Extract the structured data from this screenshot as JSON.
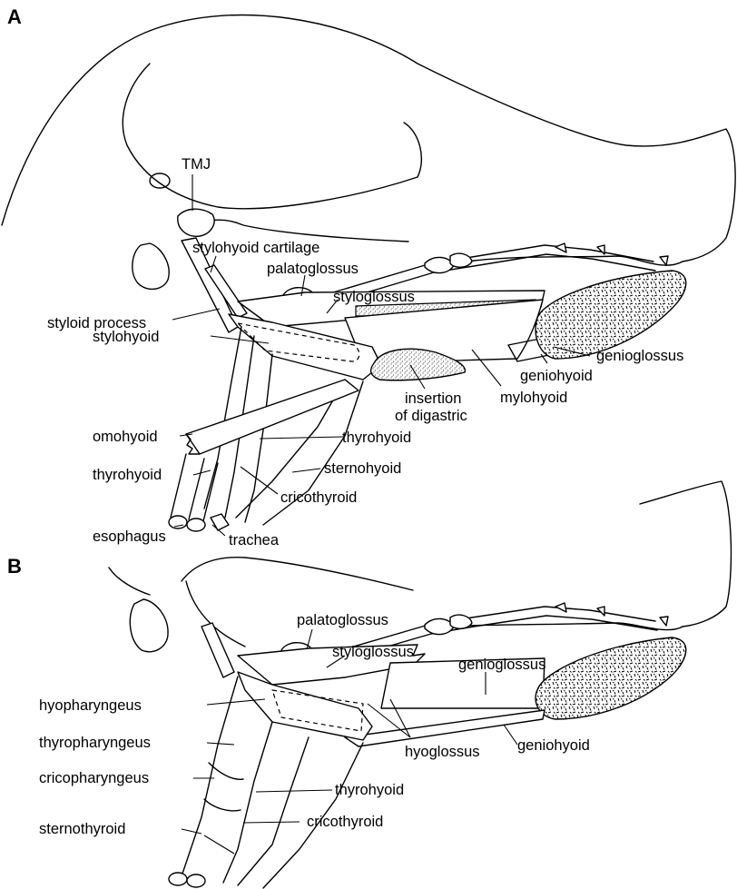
{
  "panel_a": {
    "letter": "A",
    "labels": {
      "tmj": "TMJ",
      "stylohyoid_cartilage": "stylohyoid cartilage",
      "palatoglossus": "palatoglossus",
      "styloglossus": "styloglossus",
      "styloid_process": "styloid process",
      "stylohyoid": "stylohyoid",
      "genioglossus": "genioglossus",
      "geniohyoid": "geniohyoid",
      "mylohyoid": "mylohyoid",
      "insertion_line1": "insertion",
      "insertion_line2": "of digastric",
      "omohyoid": "omohyoid",
      "thyrohyoid_right": "thyrohyoid",
      "thyrohyoid_left": "thyrohyoid",
      "sternohyoid": "sternohyoid",
      "cricothyroid": "cricothyroid",
      "esophagus": "esophagus",
      "trachea": "trachea"
    }
  },
  "panel_b": {
    "letter": "B",
    "labels": {
      "palatoglossus": "palatoglossus",
      "styloglossus": "styloglossus",
      "genioglossus": "genioglossus",
      "hyopharyngeus": "hyopharyngeus",
      "thyropharyngeus": "thyropharyngeus",
      "hyoglossus": "hyoglossus",
      "geniohyoid": "geniohyoid",
      "cricopharyngeus": "cricopharyngeus",
      "thyrohyoid": "thyrohyoid",
      "cricothyroid": "cricothyroid",
      "sternothyroid": "sternothyroid"
    }
  }
}
